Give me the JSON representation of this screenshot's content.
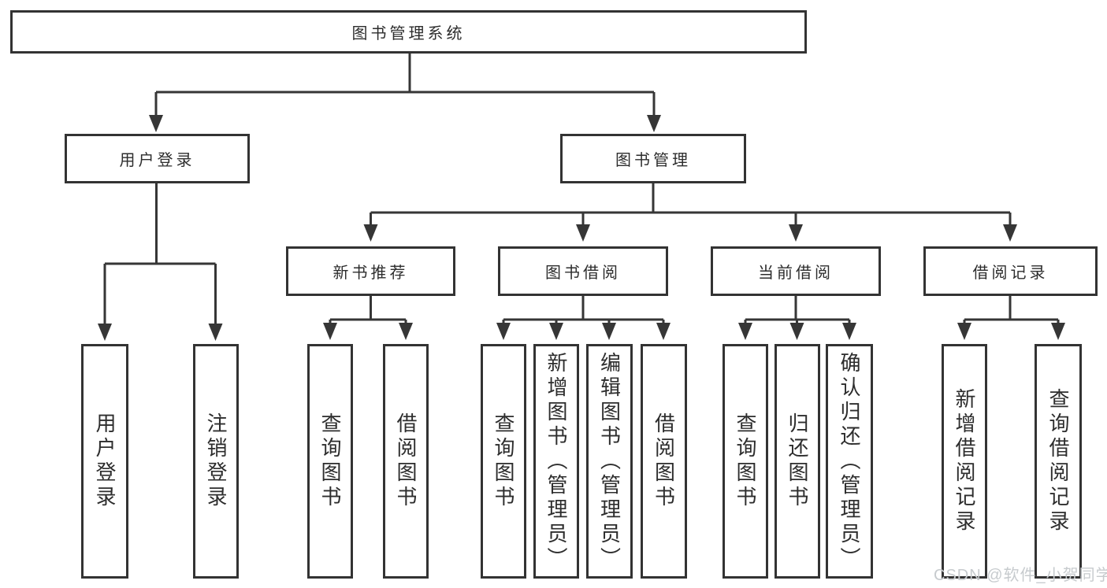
{
  "tree": {
    "root": {
      "label": "图书管理系统",
      "children": [
        {
          "label": "用户登录",
          "children": [
            {
              "label": "用户登录"
            },
            {
              "label": "注销登录"
            }
          ]
        },
        {
          "label": "图书管理",
          "children": [
            {
              "label": "新书推荐",
              "children": [
                {
                  "label": "查询图书"
                },
                {
                  "label": "借阅图书"
                }
              ]
            },
            {
              "label": "图书借阅",
              "children": [
                {
                  "label": "查询图书"
                },
                {
                  "label": "新增图书（管理员）"
                },
                {
                  "label": "编辑图书（管理员）"
                },
                {
                  "label": "借阅图书"
                }
              ]
            },
            {
              "label": "当前借阅",
              "children": [
                {
                  "label": "查询图书"
                },
                {
                  "label": "归还图书"
                },
                {
                  "label": "确认归还（管理员）"
                }
              ]
            },
            {
              "label": "借阅记录",
              "children": [
                {
                  "label": "新增借阅记录"
                },
                {
                  "label": "查询借阅记录"
                }
              ]
            }
          ]
        }
      ]
    }
  },
  "watermark": {
    "text": "CSDN @软件_小贺同学"
  },
  "colors": {
    "line": "#363636",
    "box_border": "#333333",
    "box_fill": "#ffffff",
    "text": "#2d2d2d",
    "watermark": "#c7cbce",
    "background": "#ffffff"
  }
}
